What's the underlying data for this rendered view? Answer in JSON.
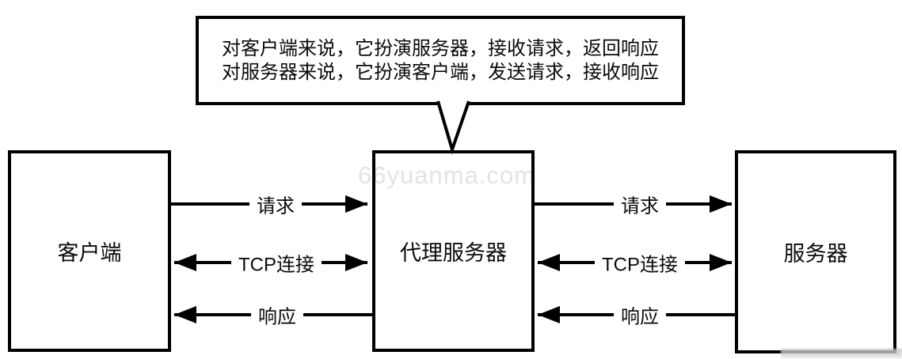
{
  "diagram": {
    "callout": {
      "line1": "对客户端来说，它扮演服务器，接收请求，返回响应",
      "line2": "对服务器来说，它扮演客户端，发送请求，接收响应"
    },
    "nodes": {
      "client": {
        "label": "客户端"
      },
      "proxy": {
        "label": "代理服务器"
      },
      "server": {
        "label": "服务器"
      }
    },
    "edges": {
      "client_proxy": {
        "request": "请求",
        "tcp": "TCP连接",
        "response": "响应"
      },
      "proxy_server": {
        "request": "请求",
        "tcp": "TCP连接",
        "response": "响应"
      }
    },
    "watermark": "66yuanma.com",
    "colors": {
      "line": "#000000",
      "watermark": "#e3e3e3",
      "background": "#ffffff"
    }
  }
}
